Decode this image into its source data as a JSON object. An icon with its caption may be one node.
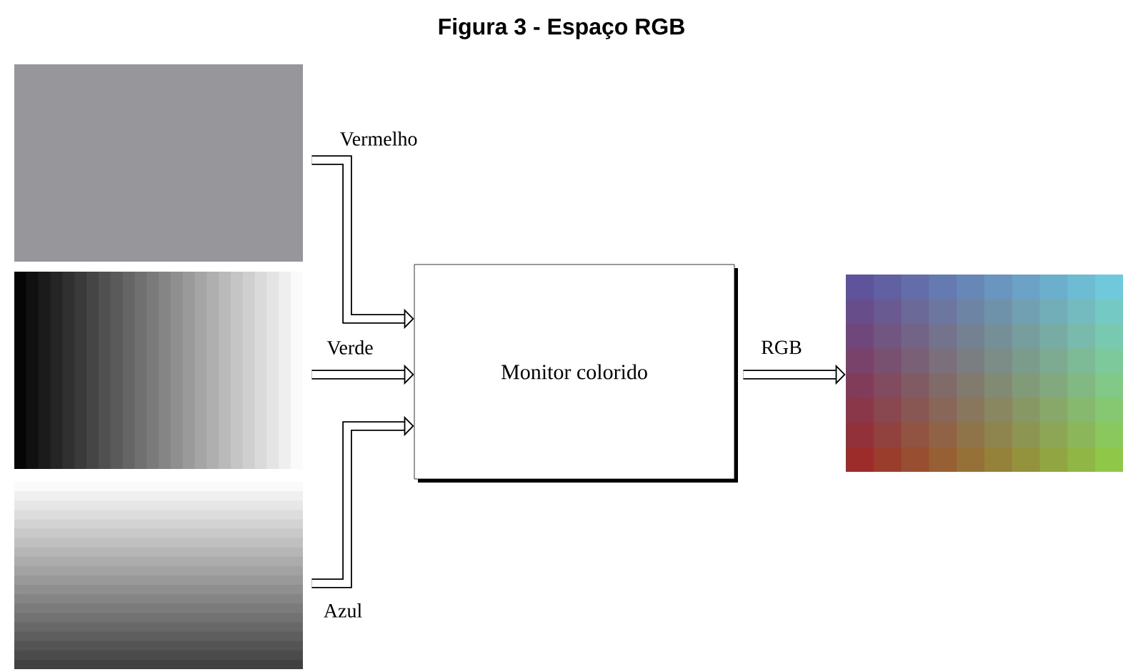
{
  "diagram": {
    "title": "Figura 3 - Espaço RGB",
    "nodes": [
      {
        "text": [],
        "shape": "box"
      },
      {
        "text": [],
        "shape": "box"
      },
      {
        "text": [],
        "shape": "box"
      },
      {
        "text": [
          "Monitor colorido"
        ]
      },
      {
        "text": [],
        "shape": "box"
      }
    ],
    "edges": [
      {
        "from": 0,
        "to": 3,
        "arrow": "to",
        "label": "Vermelho"
      },
      {
        "from": 1,
        "to": 3,
        "arrow": "to",
        "label": "Verde"
      },
      {
        "from": 2,
        "to": 3,
        "arrow": "to",
        "label": "Azul"
      },
      {
        "from": 3,
        "to": 4,
        "arrow": "to",
        "label": "RGB"
      }
    ]
  }
}
